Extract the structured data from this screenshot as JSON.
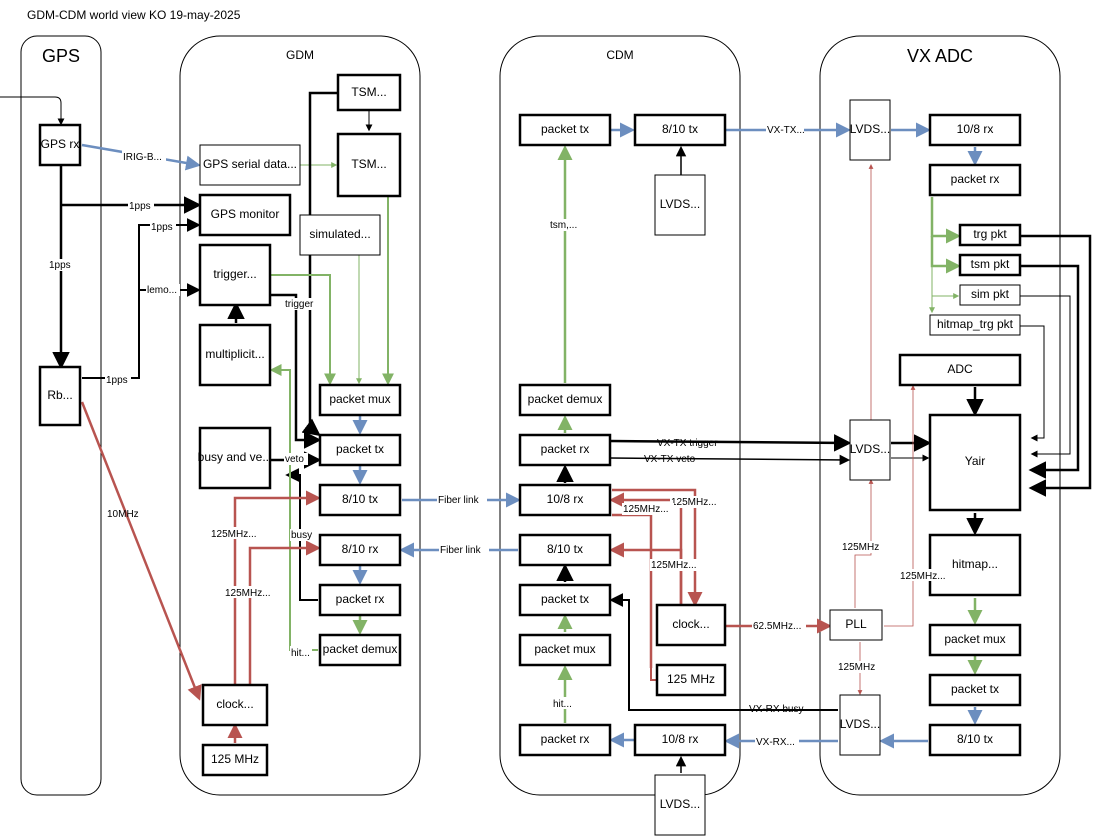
{
  "title": "GDM-CDM world view KO 19-may-2025",
  "panels": {
    "gps": "GPS",
    "gdm": "GDM",
    "cdm": "CDM",
    "vx": "VX ADC"
  },
  "blocks": {
    "gps_rx": "GPS rx",
    "rb": "Rb...",
    "gps_serial": "GPS serial data...",
    "gps_monitor": "GPS monitor",
    "trigger": "trigger...",
    "multiplicity": "multiplicit...",
    "busy_veto": "busy and ve...",
    "gdm_clock": "clock...",
    "gdm_125": "125 MHz",
    "tsm_top": "TSM...",
    "tsm_mid": "TSM...",
    "simulated": "simulated...",
    "gdm_packet_mux": "packet  mux",
    "gdm_packet_tx": "packet  tx",
    "gdm_810_tx": "8/10 tx",
    "gdm_810_rx": "8/10 rx",
    "gdm_packet_rx": "packet  rx",
    "gdm_packet_demux": "packet  demux",
    "cdm_packet_tx_top": "packet  tx",
    "cdm_810_tx_top": "8/10 tx",
    "cdm_lvds_top": "LVDS...",
    "cdm_packet_demux": "packet  demux",
    "cdm_packet_rx": "packet  rx",
    "cdm_108_rx": "10/8 rx",
    "cdm_810_tx": "8/10 tx",
    "cdm_packet_tx": "packet  tx",
    "cdm_packet_mux": "packet  mux",
    "cdm_clock": "clock...",
    "cdm_125": "125 MHz",
    "cdm_packet_rx_bot": "packet  rx",
    "cdm_108_rx_bot": "10/8 rx",
    "cdm_lvds_bot": "LVDS...",
    "vx_lvds_top": "LVDS...",
    "vx_108_rx": "10/8 rx",
    "vx_packet_rx": "packet  rx",
    "trg_pkt": "trg pkt",
    "tsm_pkt": "tsm pkt",
    "sim_pkt": "sim pkt",
    "hitmap_trg_pkt": "hitmap_trg pkt",
    "adc": "ADC",
    "vx_lvds_mid": "LVDS...",
    "yair": "Yair",
    "hitmap": "hitmap...",
    "vx_packet_mux": "packet  mux",
    "vx_packet_tx": "packet  tx",
    "vx_810_tx": "8/10 tx",
    "pll": "PLL",
    "vx_lvds_bot": "LVDS..."
  },
  "edge_labels": {
    "irig": "IRIG-B...",
    "pps1": "1pps",
    "pps2": "1pps",
    "pps3": "1pps",
    "pps4": "1pps",
    "lemo": "lemo...",
    "mhz10": "10MHz",
    "trigger": "trigger",
    "veto": "veto",
    "busy": "busy",
    "mhz125_a": "125MHz...",
    "mhz125_b": "125MHz...",
    "hit": "hit...",
    "fiber1": "Fiber link",
    "fiber2": "Fiber link",
    "tsm": "tsm,...",
    "vx_tx": "VX-TX...",
    "vx_tx_trigger": "VX-TX trigger",
    "vx_tx_veto": "VX-TX veto",
    "c125_1": "125MHz...",
    "c125_2": "125MHz...",
    "c125_3": "125MHz...",
    "mhz625": "62.5MHz...",
    "pll_125_up": "125MHz",
    "pll_125_down": "125MHz",
    "pll_125_right": "125MHz...",
    "hit_cdm": "hit...",
    "vx_rx_busy": "VX-RX busy",
    "vx_rx": "VX-RX..."
  },
  "colors": {
    "black": "#000000",
    "blue": "#6c8ebf",
    "green": "#82b366",
    "red": "#b85450"
  }
}
